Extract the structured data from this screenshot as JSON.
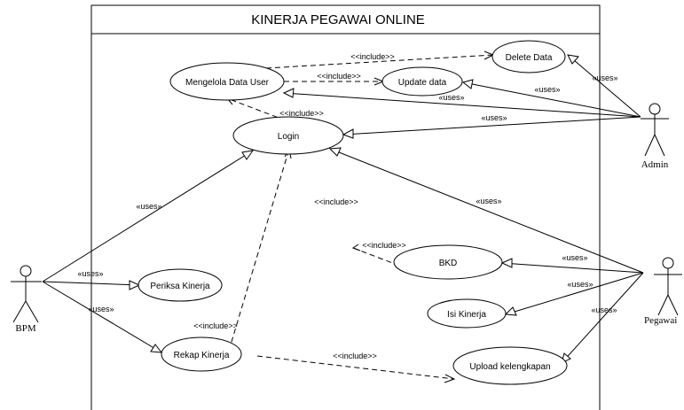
{
  "title": "KINERJA PEGAWAI ONLINE",
  "actors": {
    "admin": "Admin",
    "bpm": "BPM",
    "pegawai": "Pegawai"
  },
  "use_cases": {
    "delete_data": "Delete Data",
    "mengelola_data_user": "Mengelola Data User",
    "update_data": "Update data",
    "login": "Login",
    "periksa_kinerja": "Periksa Kinerja",
    "rekap_kinerja": "Rekap Kinerja",
    "bkd": "BKD",
    "isi_kinerja": "Isi Kinerja",
    "upload_kelengkapan": "Upload kelengkapan"
  },
  "labels": {
    "include": "<<include>>",
    "uses": "«uses»"
  }
}
